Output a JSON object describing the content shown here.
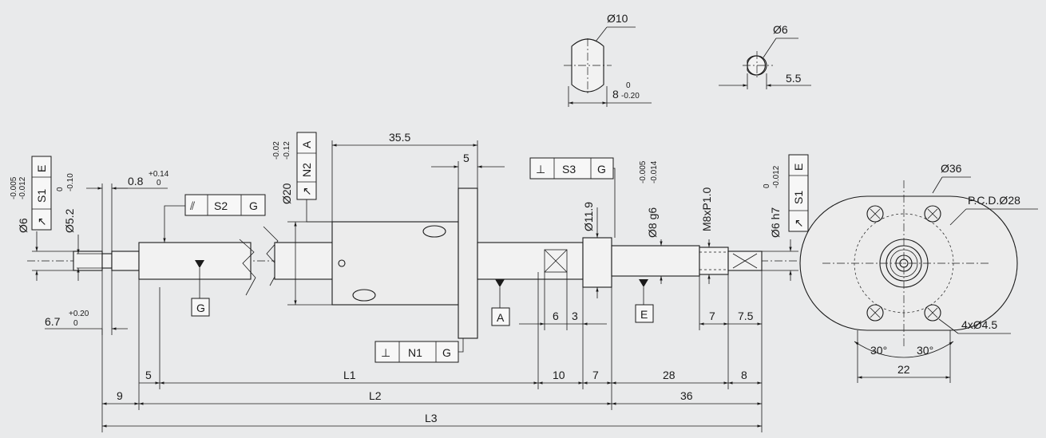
{
  "diagram": {
    "top_sections": {
      "left": {
        "diameter": "Ø10",
        "width": "8",
        "tol_upper": "0",
        "tol_lower": "-0.20"
      },
      "right": {
        "diameter": "Ø6",
        "width": "5.5"
      }
    },
    "shaft_left": {
      "d1": "Ø6",
      "d1_tol_upper": "-0.005",
      "d1_tol_lower": "-0.012",
      "d2": "Ø5.2",
      "d2_tol_upper": "0",
      "d2_tol_lower": "-0.10",
      "groove": "0.8",
      "groove_tol_upper": "+0.14",
      "groove_tol_lower": "0",
      "groove_pos": "6.7",
      "groove_pos_tol_upper": "+0.20",
      "groove_pos_tol_lower": "0"
    },
    "screw": {
      "diameter": "Ø20",
      "tol_upper": "-0.02",
      "tol_lower": "-0.12",
      "nut_length": "35.5",
      "flange_thk": "5"
    },
    "shaft_right": {
      "d_bearing": "Ø11.9",
      "d_seat": "Ø8 g6",
      "d_seat_tol_upper": "-0.005",
      "d_seat_tol_lower": "-0.014",
      "thread": "M8xP1.0",
      "d_end": "Ø6 h7",
      "d_end_tol_upper": "0",
      "d_end_tol_lower": "-0.012"
    },
    "gdt": {
      "S1_left": {
        "symbol": "↗",
        "datum": "S1",
        "ref": "E"
      },
      "S2": {
        "symbol": "⫽",
        "datum": "S2",
        "ref": "G"
      },
      "N2": {
        "symbol": "↗",
        "datum": "N2",
        "ref": "A"
      },
      "S3": {
        "symbol": "⊥",
        "datum": "S3",
        "ref": "G"
      },
      "N1": {
        "symbol": "⊥",
        "datum": "N1",
        "ref": "G"
      },
      "S1_right": {
        "symbol": "↗",
        "datum": "S1",
        "ref": "E"
      }
    },
    "datums": {
      "G": "G",
      "A": "A",
      "E": "E"
    },
    "bottom_dims": {
      "d5": "5",
      "L1": "L1",
      "d10": "10",
      "d7": "7",
      "d28": "28",
      "d8": "8",
      "d9": "9",
      "L2": "L2",
      "d36": "36",
      "L3": "L3",
      "d6": "6",
      "d3": "3",
      "d7b": "7",
      "d7_5": "7.5"
    },
    "flange": {
      "outer": "Ø36",
      "pcd": "P.C.D.Ø28",
      "holes": "4xØ4.5",
      "angle_left": "30°",
      "angle_right": "30°",
      "width": "22"
    }
  }
}
